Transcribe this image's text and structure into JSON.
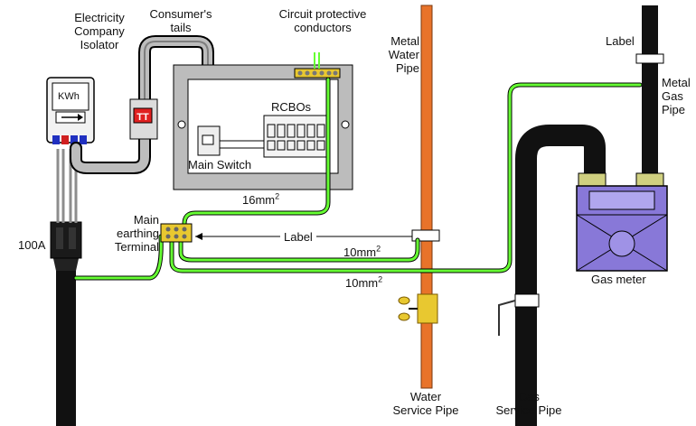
{
  "labels": {
    "isolator": [
      "Electricity",
      "Company",
      "Isolator"
    ],
    "tails": [
      "Consumer's",
      "tails"
    ],
    "cpc": [
      "Circuit protective",
      "conductors"
    ],
    "water_pipe_metal": [
      "Metal",
      "Water",
      "Pipe"
    ],
    "gas_label_top": "Label",
    "gas_pipe_metal": [
      "Metal",
      "Gas",
      "Pipe"
    ],
    "meter_unit": "KWh",
    "rcbos": "RCBOs",
    "main_switch": "Main Switch",
    "cable_16": "16mm",
    "cable_16_sup": "2",
    "main_earth": [
      "Main",
      "earthing",
      "Terminal"
    ],
    "label_mid": "Label",
    "cable_10a": "10mm",
    "cable_10a_sup": "2",
    "cable_10b": "10mm",
    "cable_10b_sup": "2",
    "fuse_rating": "100A",
    "gas_meter": "Gas meter",
    "water_service": [
      "Water",
      "Service Pipe"
    ],
    "gas_service": [
      "Gas",
      "Service Pipe"
    ]
  },
  "colors": {
    "earth_green": "#66ff33",
    "copper": "#e8732a",
    "brass": "#e8c830",
    "gas_meter_fill": "#8878d8",
    "cable_grey": "#9a9a9a",
    "isolator_red": "#e02020",
    "pipe_black": "#111111"
  }
}
